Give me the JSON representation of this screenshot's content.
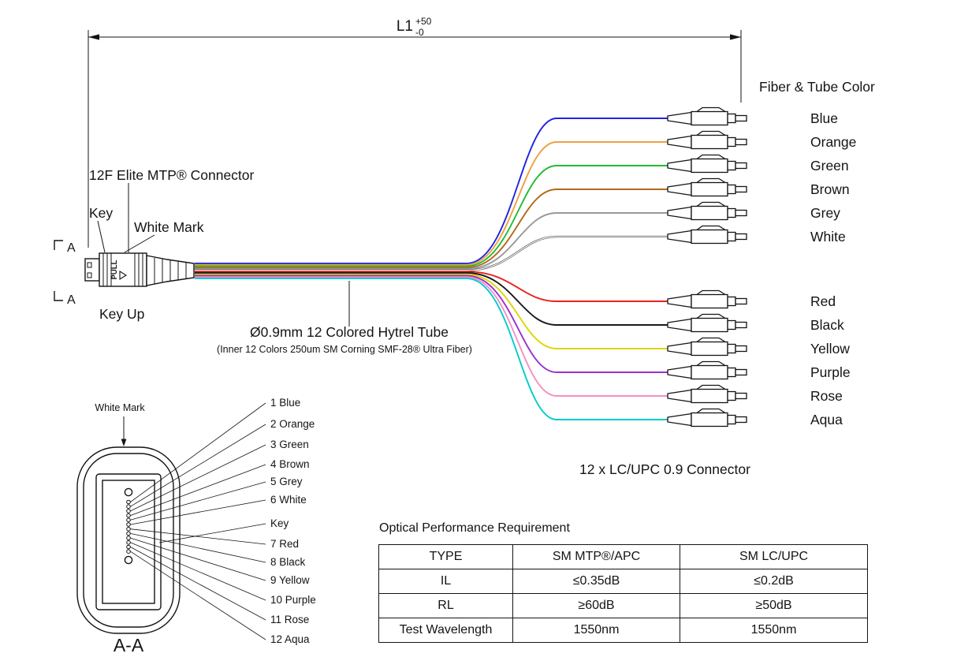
{
  "dimension": {
    "label": "L1",
    "tol_plus": "+50",
    "tol_minus": "-0"
  },
  "connector": {
    "label": "12F Elite MTP® Connector",
    "key_label": "Key",
    "white_mark_label": "White Mark",
    "key_up_label": "Key Up",
    "pull_label": "PULL",
    "section_marker": "A"
  },
  "cable": {
    "label": "Ø0.9mm 12 Colored Hytrel Tube",
    "sublabel": "(Inner 12 Colors 250um SM Corning SMF-28® Ultra Fiber)"
  },
  "breakout": {
    "heading": "Fiber & Tube Color",
    "connector_label": "12 x LC/UPC 0.9 Connector",
    "fibers": [
      {
        "name": "Blue",
        "hex": "#2323dd"
      },
      {
        "name": "Orange",
        "hex": "#f0a040"
      },
      {
        "name": "Green",
        "hex": "#22bb33"
      },
      {
        "name": "Brown",
        "hex": "#b06a1e"
      },
      {
        "name": "Grey",
        "hex": "#999999"
      },
      {
        "name": "White",
        "hex": "#ffffff",
        "outlined": true
      },
      {
        "name": "Red",
        "hex": "#e82222"
      },
      {
        "name": "Black",
        "hex": "#1a1a1a"
      },
      {
        "name": "Yellow",
        "hex": "#e0d400"
      },
      {
        "name": "Purple",
        "hex": "#9932cc"
      },
      {
        "name": "Rose",
        "hex": "#f48fc5"
      },
      {
        "name": "Aqua",
        "hex": "#00cccc"
      }
    ]
  },
  "section_view": {
    "white_mark_label": "White Mark",
    "view_label": "A-A",
    "items": [
      "1 Blue",
      "2 Orange",
      "3 Green",
      "4 Brown",
      "5 Grey",
      "6 White",
      "Key",
      "7 Red",
      "8 Black",
      "9 Yellow",
      "10 Purple",
      "11 Rose",
      "12 Aqua"
    ]
  },
  "table": {
    "title": "Optical Performance Requirement",
    "headers": [
      "TYPE",
      "SM MTP®/APC",
      "SM LC/UPC"
    ],
    "rows": [
      [
        "IL",
        "≤0.35dB",
        "≤0.2dB"
      ],
      [
        "RL",
        "≥60dB",
        "≥50dB"
      ],
      [
        "Test Wavelength",
        "1550nm",
        "1550nm"
      ]
    ]
  }
}
